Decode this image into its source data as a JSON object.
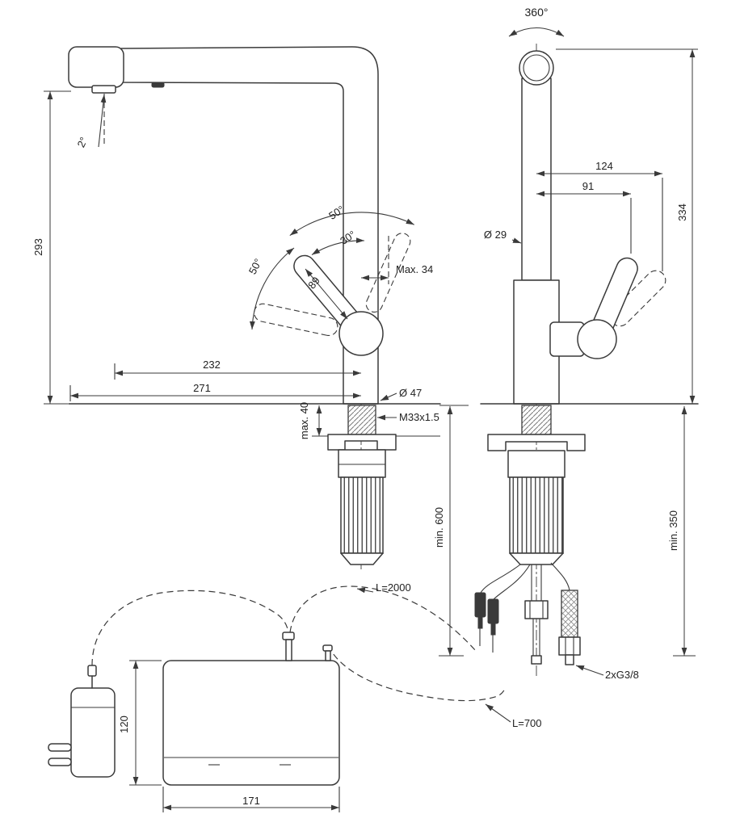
{
  "page": {
    "background": "#ffffff",
    "ink": "#3a3a3a"
  },
  "drawing": {
    "side_view": {
      "spout_tilt": "2°",
      "height": "293",
      "swivel_upper": "50°",
      "swivel_mid": "30°",
      "lever_arc": "50°",
      "lever_length": "89",
      "lever_depth": "Max. 34",
      "reach_outlet": "232",
      "reach_total": "271",
      "body_diameter": "Ø 47",
      "thread": "M33x1.5",
      "deck_thickness": "max. 40"
    },
    "front_view": {
      "swivel_range": "360°",
      "lever_reach_max": "124",
      "lever_reach": "91",
      "height": "334",
      "column_diameter": "Ø 29",
      "hose_clearance": "min. 600",
      "clearance_below": "min. 350",
      "hose_connection": "2xG3/8"
    },
    "installation": {
      "cable_long": "L=2000",
      "cable_short": "L=700",
      "box_height": "120",
      "box_width": "171"
    }
  }
}
